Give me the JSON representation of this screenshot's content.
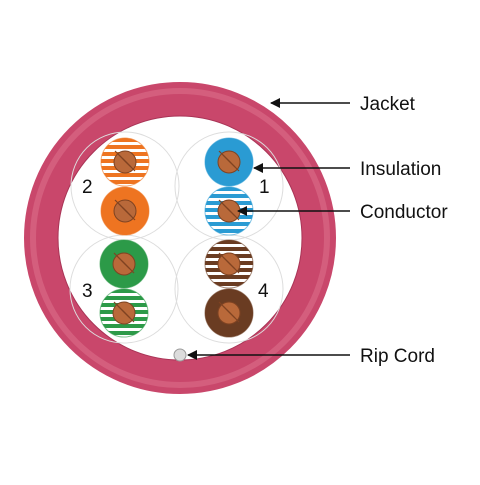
{
  "colors": {
    "jacket": "#c9476b",
    "jacket_highlight": "#e27995",
    "jacket_inner_edge": "#a93456",
    "core_background": "#ffffff",
    "pair_outline": "#dddddd",
    "conductor": "#b9693a",
    "conductor_dark": "#7f4322",
    "orange": "#ee7421",
    "blue": "#2a9bd3",
    "green": "#2c9a48",
    "brown": "#6a3c22",
    "stripe_white": "#ffffff",
    "arrow": "#111111",
    "rip_cord": "#dcdcdc"
  },
  "labels": {
    "jacket": "Jacket",
    "insulation": "Insulation",
    "conductor": "Conductor",
    "rip_cord": "Rip Cord"
  },
  "pair_numbers": [
    "1",
    "2",
    "3",
    "4"
  ],
  "wires": [
    {
      "name": "orange-striped",
      "color": "orange",
      "striped": true
    },
    {
      "name": "orange-solid",
      "color": "orange",
      "striped": false
    },
    {
      "name": "blue-solid",
      "color": "blue",
      "striped": false
    },
    {
      "name": "blue-striped",
      "color": "blue",
      "striped": true
    },
    {
      "name": "green-solid",
      "color": "green",
      "striped": false
    },
    {
      "name": "green-striped",
      "color": "green",
      "striped": true
    },
    {
      "name": "brown-striped",
      "color": "brown",
      "striped": true
    },
    {
      "name": "brown-solid",
      "color": "brown",
      "striped": false
    }
  ]
}
